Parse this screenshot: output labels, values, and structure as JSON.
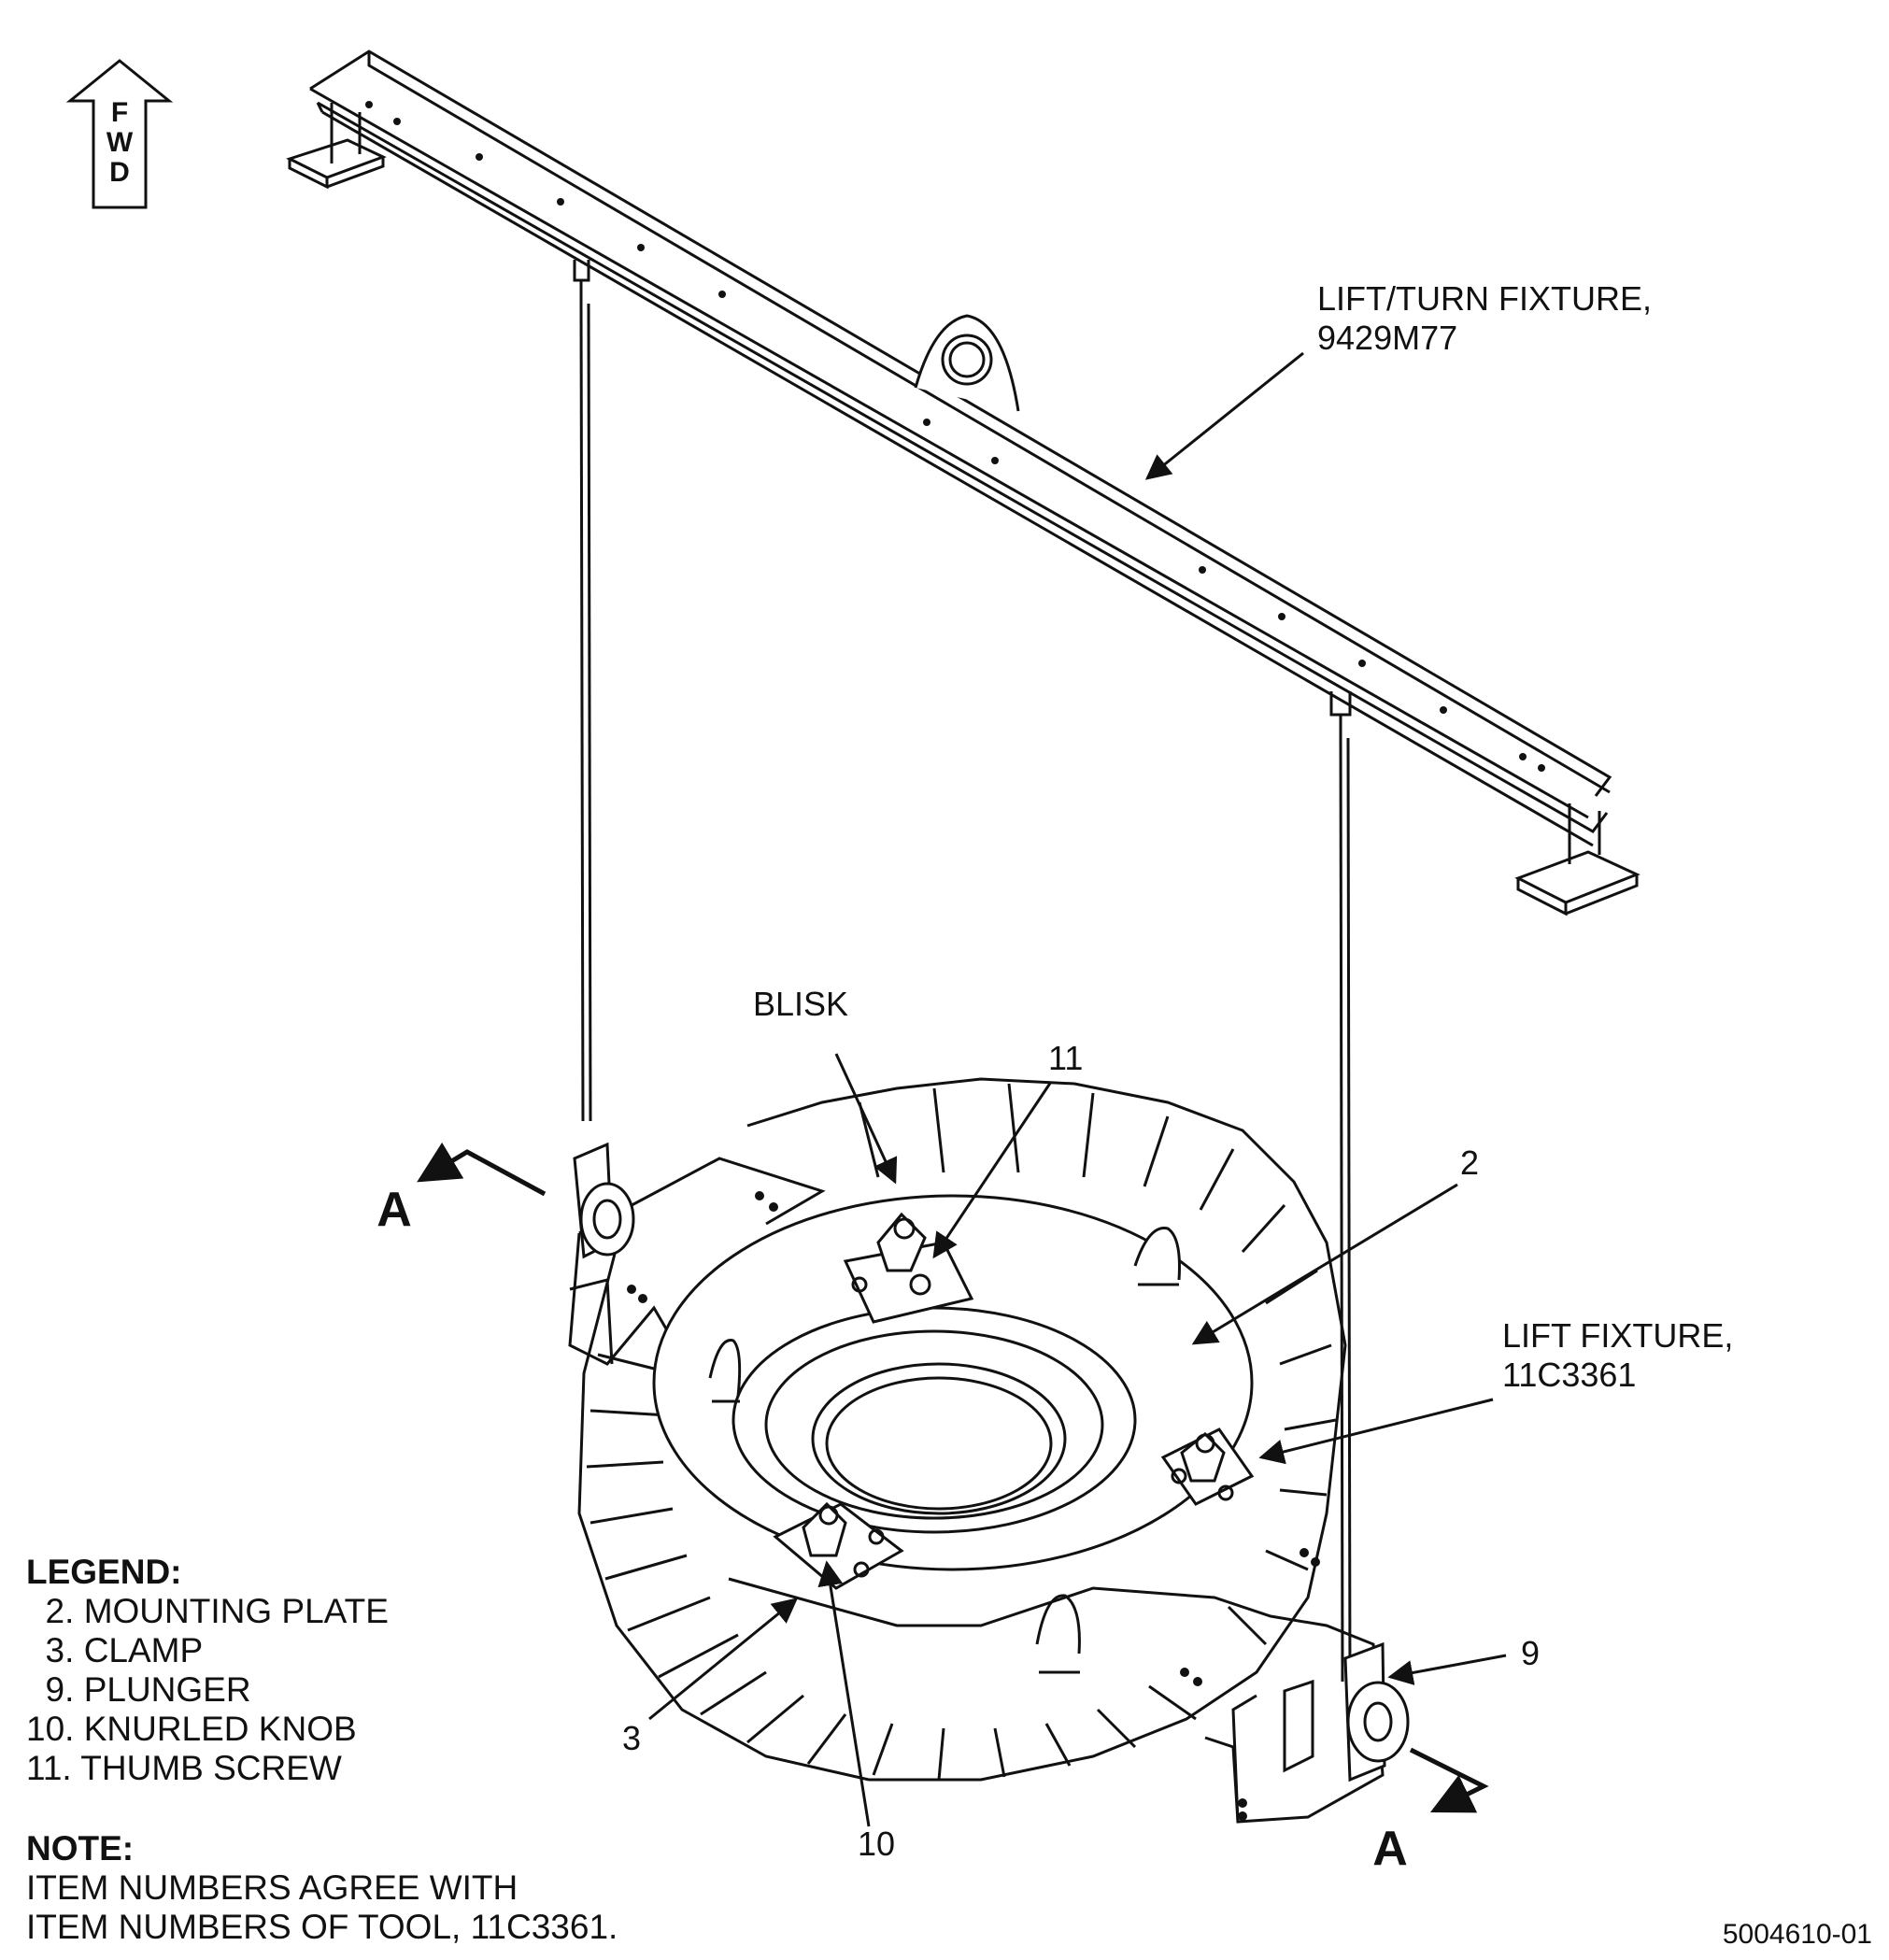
{
  "orientation": {
    "fwd_letters": [
      "F",
      "W",
      "D"
    ]
  },
  "callouts": {
    "lift_turn_fixture": {
      "line1": "LIFT/TURN FIXTURE,",
      "line2": "9429M77"
    },
    "blisk": "BLISK",
    "item_11": "11",
    "item_2": "2",
    "lift_fixture": {
      "line1": "LIFT FIXTURE,",
      "line2": "11C3361"
    },
    "item_9": "9",
    "item_3": "3",
    "item_10": "10",
    "section_a_top": "A",
    "section_a_bottom": "A"
  },
  "legend": {
    "title": "LEGEND:",
    "items": [
      "  2. MOUNTING PLATE",
      "  3. CLAMP",
      "  9. PLUNGER",
      "10. KNURLED KNOB",
      "11. THUMB SCREW"
    ]
  },
  "note": {
    "title": "NOTE:",
    "line1": "ITEM NUMBERS AGREE WITH",
    "line2": "ITEM NUMBERS OF TOOL, 11C3361."
  },
  "figure_id": "5004610-01"
}
